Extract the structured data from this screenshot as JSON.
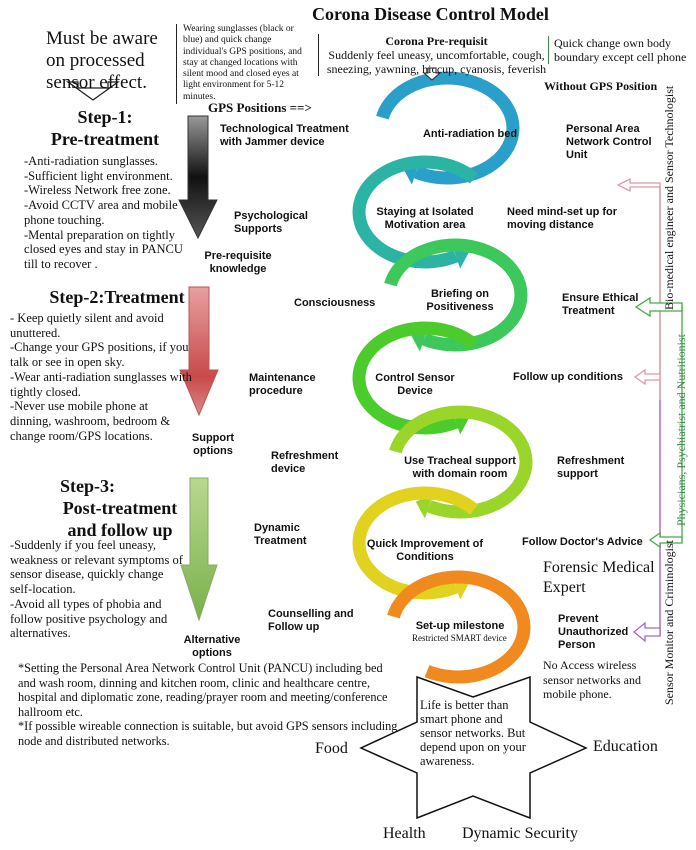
{
  "title": "Corona Disease Control Model",
  "awareness": "Must be aware on processed sensor effect.",
  "note_top": "Wearing sunglasses (black or blue) and quick change individual's GPS positions, and stay at changed locations with silent mood and closed eyes at light environment for 5-12 minutes.",
  "prerequisite": {
    "heading": "Corona Pre-requisit",
    "text": "Suddenly feel uneasy, uncomfortable, cough, sneezing, yawning, hiccup, cyanosis, feverish"
  },
  "quick_change": "Quick change own body boundary except cell phone",
  "gps_positions": "GPS Positions ==>",
  "without_gps": "Without GPS Position",
  "steps": [
    {
      "title1": "Step-1:",
      "title2": "Pre-treatment",
      "lines": [
        "-Anti-radiation sunglasses.",
        "-Sufficient light environment.",
        "-Wireless Network free zone.",
        "-Avoid CCTV  area and mobile phone touching.",
        "-Mental preparation on tightly closed eyes and stay in PANCU  till to recover ."
      ]
    },
    {
      "title1": "Step-2:Treatment",
      "lines": [
        "- Keep quietly silent and avoid unuttered.",
        "-Change your GPS positions, if you talk or see in open sky.",
        "-Wear anti-radiation sunglasses with tightly closed.",
        "-Never use mobile phone at dinning, washroom, bedroom & change room/GPS locations."
      ]
    },
    {
      "title1": "Step-3:",
      "title2": "Post-treatment",
      "title3": "and follow up",
      "lines": [
        "-Suddenly if you feel uneasy, weakness or relevant symptoms of sensor disease, quickly change self-location.",
        "-Avoid all types of phobia and follow positive psychology and alternatives."
      ]
    }
  ],
  "arrow_labels": [
    "Pre-requisite knowledge",
    "Support options",
    "Alternative options"
  ],
  "left_labels": [
    "Technological Treatment with Jammer device",
    "Psychological Supports",
    "Consciousness",
    "Maintenance procedure",
    "Refreshment device",
    "Dynamic Treatment",
    "Counselling and Follow up"
  ],
  "loop_labels": [
    "Anti-radiation bed",
    "Staying at Isolated Motivation area",
    "Briefing on Positiveness",
    "Control Sensor Device",
    "Use Tracheal support with domain room",
    "Quick Improvement of Conditions",
    "Set-up milestone"
  ],
  "loop_sublabel": "Restricted SMART device",
  "right_labels": [
    "Personal Area Network Control Unit",
    "Need mind-set up for moving distance",
    "Ensure Ethical Treatment",
    "Follow up conditions",
    "Refreshment support",
    "Follow Doctor's Advice",
    "Prevent Unauthorized Person"
  ],
  "forensic": "Forensic Medical Expert",
  "no_access": "No Access wireless sensor networks and mobile phone.",
  "vertical_labels": [
    "Bio-medical engineer and Sensor Technologist",
    "Physicians, Psychiatrist and Nutritionist",
    "Sensor Monitor and Criminologist"
  ],
  "footnotes": [
    "*Setting the Personal Area Network Control Unit (PANCU) including bed and wash room, dinning and kitchen room, clinic and healthcare centre, hospital and diplomatic zone, reading/prayer room and meeting/conference hallroom etc.",
    "*If possible wireable connection is suitable, but avoid GPS sensors including node and distributed networks."
  ],
  "star_text": "Life is better than smart phone and sensor networks. But depend upon on your awareness.",
  "star_points": [
    "Food",
    "Education",
    "Health",
    "Dynamic Security"
  ],
  "loop_colors": [
    "#2a9fc9",
    "#2bb3a4",
    "#3cc85a",
    "#4ccc2c",
    "#9ad62a",
    "#e0d21e",
    "#f08a1e"
  ]
}
